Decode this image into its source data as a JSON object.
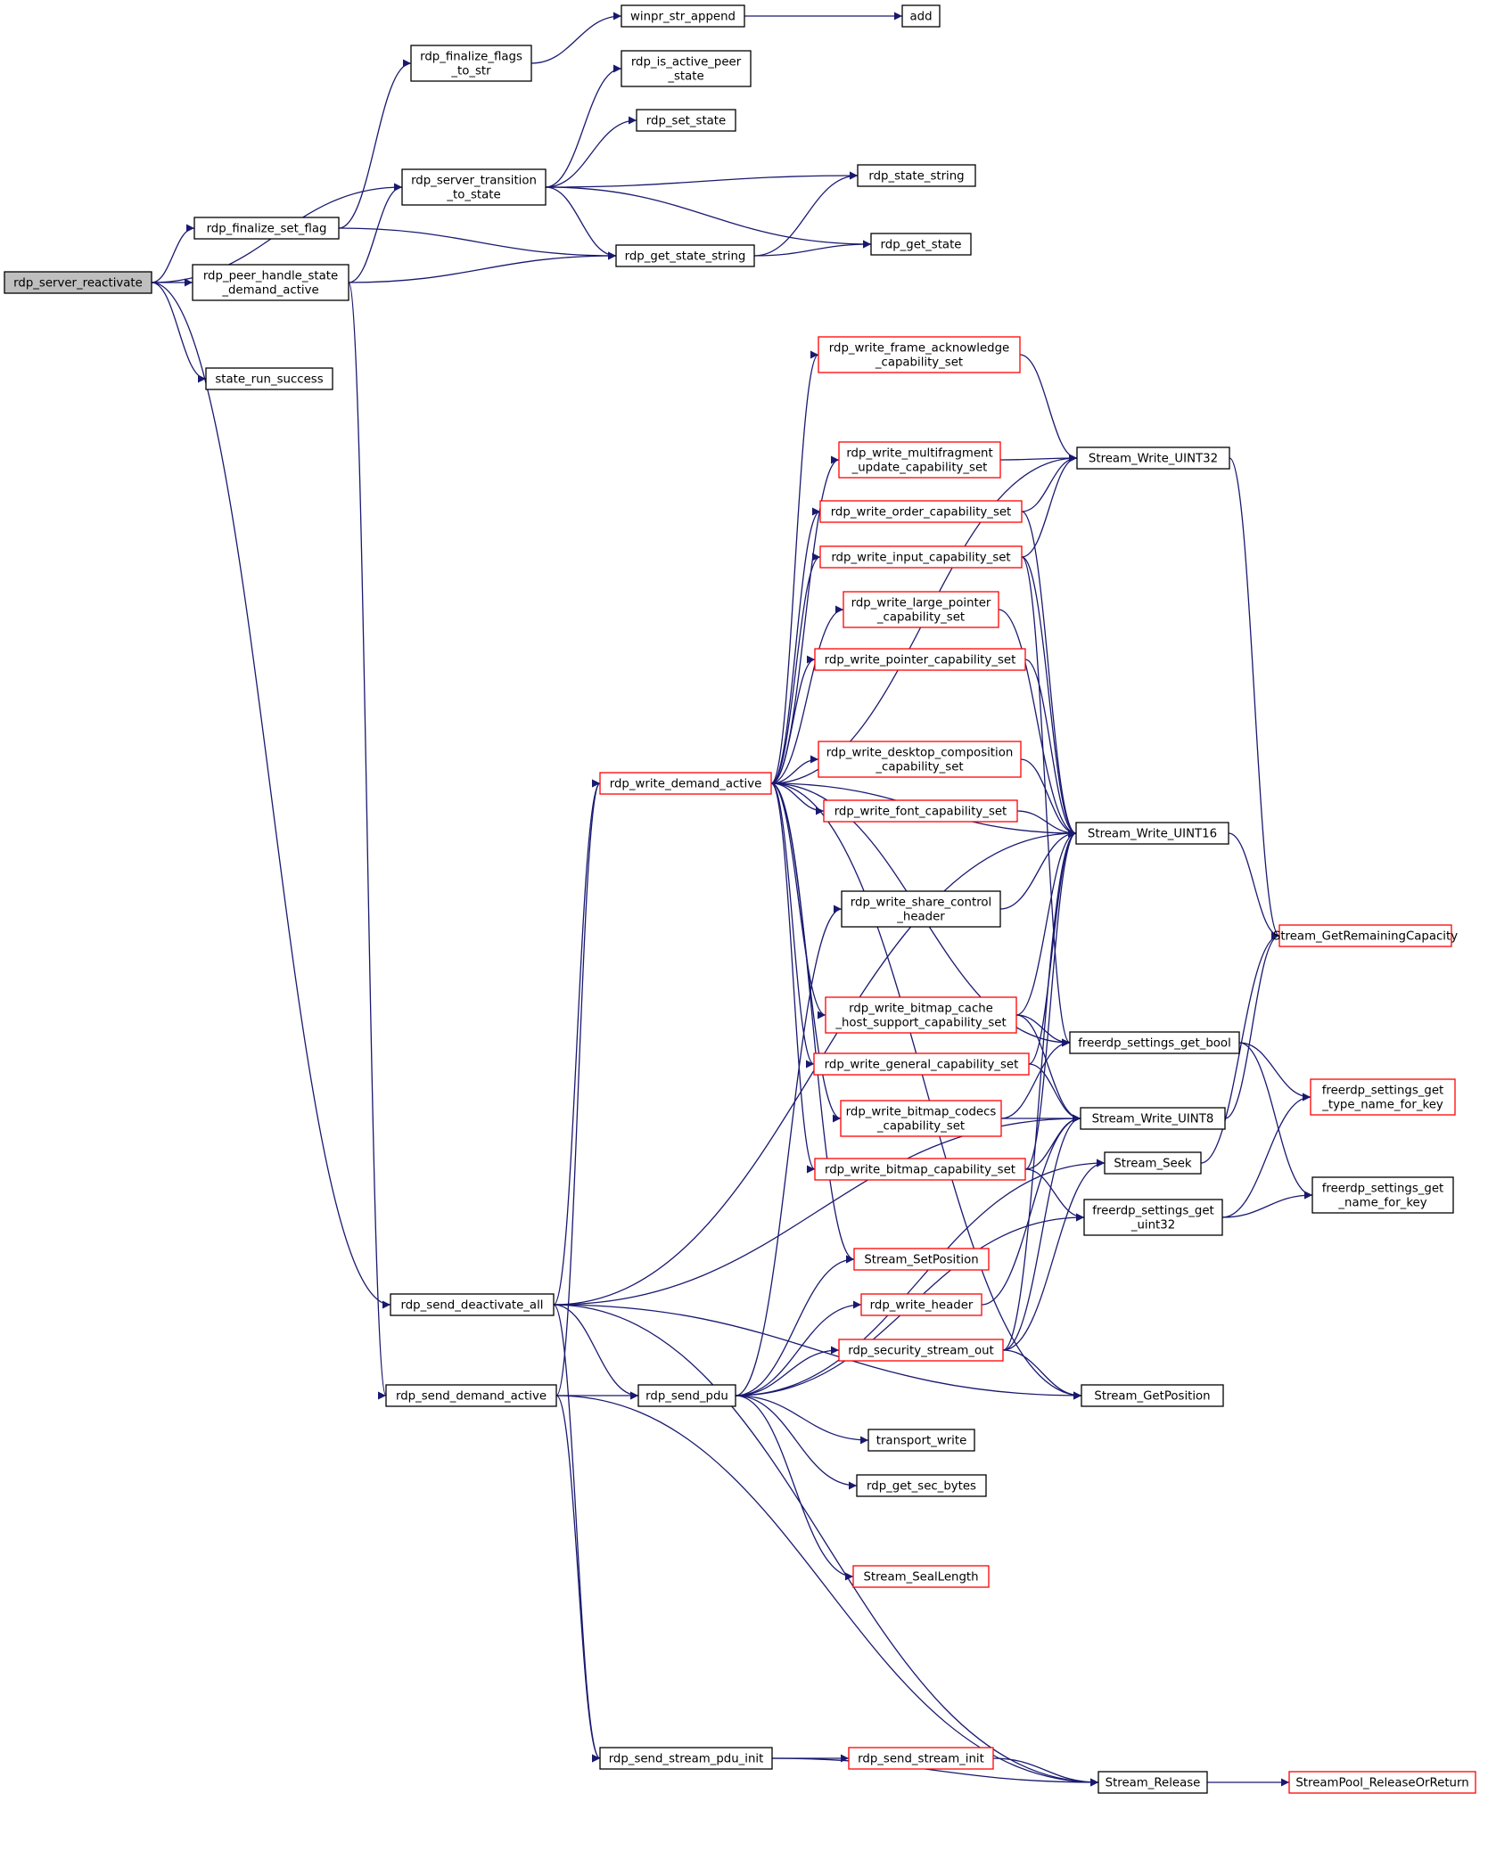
{
  "colors": {
    "edge": "#191970",
    "node_border": "#000000",
    "node_border_truncated": "#ff0000",
    "root_fill": "#bfbfbf"
  },
  "nodes": [
    {
      "id": "rdp_server_reactivate",
      "lines": [
        "rdp_server_reactivate"
      ],
      "style": "root"
    },
    {
      "id": "rdp_finalize_set_flag",
      "lines": [
        "rdp_finalize_set_flag"
      ],
      "style": "normal"
    },
    {
      "id": "rdp_finalize_flags_to_str",
      "lines": [
        "rdp_finalize_flags",
        "_to_str"
      ],
      "style": "normal"
    },
    {
      "id": "winpr_str_append",
      "lines": [
        "winpr_str_append"
      ],
      "style": "normal"
    },
    {
      "id": "add",
      "lines": [
        "add"
      ],
      "style": "normal"
    },
    {
      "id": "rdp_server_transition_to_state",
      "lines": [
        "rdp_server_transition",
        "_to_state"
      ],
      "style": "normal"
    },
    {
      "id": "rdp_is_active_peer_state",
      "lines": [
        "rdp_is_active_peer",
        "_state"
      ],
      "style": "normal"
    },
    {
      "id": "rdp_set_state",
      "lines": [
        "rdp_set_state"
      ],
      "style": "normal"
    },
    {
      "id": "rdp_state_string",
      "lines": [
        "rdp_state_string"
      ],
      "style": "normal"
    },
    {
      "id": "rdp_get_state_string",
      "lines": [
        "rdp_get_state_string"
      ],
      "style": "normal"
    },
    {
      "id": "rdp_get_state",
      "lines": [
        "rdp_get_state"
      ],
      "style": "normal"
    },
    {
      "id": "rdp_peer_handle_state_demand_active",
      "lines": [
        "rdp_peer_handle_state",
        "_demand_active"
      ],
      "style": "normal"
    },
    {
      "id": "state_run_success",
      "lines": [
        "state_run_success"
      ],
      "style": "normal"
    },
    {
      "id": "rdp_write_frame_acknowledge_capability_set",
      "lines": [
        "rdp_write_frame_acknowledge",
        "_capability_set"
      ],
      "style": "red"
    },
    {
      "id": "rdp_write_multifragment_update_capability_set",
      "lines": [
        "rdp_write_multifragment",
        "_update_capability_set"
      ],
      "style": "red"
    },
    {
      "id": "Stream_Write_UINT32",
      "lines": [
        "Stream_Write_UINT32"
      ],
      "style": "normal"
    },
    {
      "id": "rdp_write_order_capability_set",
      "lines": [
        "rdp_write_order_capability_set"
      ],
      "style": "red"
    },
    {
      "id": "rdp_write_input_capability_set",
      "lines": [
        "rdp_write_input_capability_set"
      ],
      "style": "red"
    },
    {
      "id": "rdp_write_large_pointer_capability_set",
      "lines": [
        "rdp_write_large_pointer",
        "_capability_set"
      ],
      "style": "red"
    },
    {
      "id": "rdp_write_pointer_capability_set",
      "lines": [
        "rdp_write_pointer_capability_set"
      ],
      "style": "red"
    },
    {
      "id": "rdp_write_desktop_composition_capability_set",
      "lines": [
        "rdp_write_desktop_composition",
        "_capability_set"
      ],
      "style": "red"
    },
    {
      "id": "rdp_write_demand_active",
      "lines": [
        "rdp_write_demand_active"
      ],
      "style": "red"
    },
    {
      "id": "rdp_write_font_capability_set",
      "lines": [
        "rdp_write_font_capability_set"
      ],
      "style": "red"
    },
    {
      "id": "Stream_Write_UINT16",
      "lines": [
        "Stream_Write_UINT16"
      ],
      "style": "normal"
    },
    {
      "id": "rdp_write_share_control_header",
      "lines": [
        "rdp_write_share_control",
        "_header"
      ],
      "style": "normal"
    },
    {
      "id": "Stream_GetRemainingCapacity",
      "lines": [
        "Stream_GetRemainingCapacity"
      ],
      "style": "red"
    },
    {
      "id": "rdp_write_bitmap_cache_host_support_capability_set",
      "lines": [
        "rdp_write_bitmap_cache",
        "_host_support_capability_set"
      ],
      "style": "red"
    },
    {
      "id": "freerdp_settings_get_bool",
      "lines": [
        "freerdp_settings_get_bool"
      ],
      "style": "normal"
    },
    {
      "id": "rdp_write_general_capability_set",
      "lines": [
        "rdp_write_general_capability_set"
      ],
      "style": "red"
    },
    {
      "id": "freerdp_settings_get_type_name_for_key",
      "lines": [
        "freerdp_settings_get",
        "_type_name_for_key"
      ],
      "style": "red"
    },
    {
      "id": "rdp_write_bitmap_codecs_capability_set",
      "lines": [
        "rdp_write_bitmap_codecs",
        "_capability_set"
      ],
      "style": "red"
    },
    {
      "id": "Stream_Write_UINT8",
      "lines": [
        "Stream_Write_UINT8"
      ],
      "style": "normal"
    },
    {
      "id": "Stream_Seek",
      "lines": [
        "Stream_Seek"
      ],
      "style": "normal"
    },
    {
      "id": "rdp_write_bitmap_capability_set",
      "lines": [
        "rdp_write_bitmap_capability_set"
      ],
      "style": "red"
    },
    {
      "id": "freerdp_settings_get_name_for_key",
      "lines": [
        "freerdp_settings_get",
        "_name_for_key"
      ],
      "style": "normal"
    },
    {
      "id": "freerdp_settings_get_uint32",
      "lines": [
        "freerdp_settings_get",
        "_uint32"
      ],
      "style": "normal"
    },
    {
      "id": "Stream_SetPosition",
      "lines": [
        "Stream_SetPosition"
      ],
      "style": "red"
    },
    {
      "id": "rdp_send_deactivate_all",
      "lines": [
        "rdp_send_deactivate_all"
      ],
      "style": "normal"
    },
    {
      "id": "rdp_write_header",
      "lines": [
        "rdp_write_header"
      ],
      "style": "red"
    },
    {
      "id": "rdp_security_stream_out",
      "lines": [
        "rdp_security_stream_out"
      ],
      "style": "red"
    },
    {
      "id": "rdp_send_demand_active",
      "lines": [
        "rdp_send_demand_active"
      ],
      "style": "normal"
    },
    {
      "id": "rdp_send_pdu",
      "lines": [
        "rdp_send_pdu"
      ],
      "style": "normal"
    },
    {
      "id": "Stream_GetPosition",
      "lines": [
        "Stream_GetPosition"
      ],
      "style": "normal"
    },
    {
      "id": "transport_write",
      "lines": [
        "transport_write"
      ],
      "style": "normal"
    },
    {
      "id": "rdp_get_sec_bytes",
      "lines": [
        "rdp_get_sec_bytes"
      ],
      "style": "normal"
    },
    {
      "id": "Stream_SealLength",
      "lines": [
        "Stream_SealLength"
      ],
      "style": "red"
    },
    {
      "id": "rdp_send_stream_pdu_init",
      "lines": [
        "rdp_send_stream_pdu_init"
      ],
      "style": "normal"
    },
    {
      "id": "rdp_send_stream_init",
      "lines": [
        "rdp_send_stream_init"
      ],
      "style": "red"
    },
    {
      "id": "Stream_Release",
      "lines": [
        "Stream_Release"
      ],
      "style": "normal"
    },
    {
      "id": "StreamPool_ReleaseOrReturn",
      "lines": [
        "StreamPool_ReleaseOrReturn"
      ],
      "style": "red"
    }
  ],
  "edges": [
    [
      "rdp_server_reactivate",
      "rdp_server_transition_to_state"
    ],
    [
      "rdp_server_reactivate",
      "rdp_finalize_set_flag"
    ],
    [
      "rdp_server_reactivate",
      "rdp_peer_handle_state_demand_active"
    ],
    [
      "rdp_server_reactivate",
      "state_run_success"
    ],
    [
      "rdp_server_reactivate",
      "rdp_send_deactivate_all"
    ],
    [
      "rdp_finalize_set_flag",
      "rdp_finalize_flags_to_str"
    ],
    [
      "rdp_finalize_set_flag",
      "rdp_get_state_string"
    ],
    [
      "rdp_finalize_flags_to_str",
      "winpr_str_append"
    ],
    [
      "winpr_str_append",
      "add"
    ],
    [
      "rdp_server_transition_to_state",
      "rdp_is_active_peer_state"
    ],
    [
      "rdp_server_transition_to_state",
      "rdp_set_state"
    ],
    [
      "rdp_server_transition_to_state",
      "rdp_state_string"
    ],
    [
      "rdp_server_transition_to_state",
      "rdp_get_state_string"
    ],
    [
      "rdp_server_transition_to_state",
      "rdp_get_state"
    ],
    [
      "rdp_get_state_string",
      "rdp_state_string"
    ],
    [
      "rdp_get_state_string",
      "rdp_get_state"
    ],
    [
      "rdp_peer_handle_state_demand_active",
      "rdp_server_transition_to_state"
    ],
    [
      "rdp_peer_handle_state_demand_active",
      "rdp_get_state_string"
    ],
    [
      "rdp_peer_handle_state_demand_active",
      "rdp_send_demand_active"
    ],
    [
      "rdp_write_demand_active",
      "rdp_write_frame_acknowledge_capability_set"
    ],
    [
      "rdp_write_demand_active",
      "Stream_Write_UINT32"
    ],
    [
      "rdp_write_demand_active",
      "rdp_write_multifragment_update_capability_set"
    ],
    [
      "rdp_write_demand_active",
      "rdp_write_order_capability_set"
    ],
    [
      "rdp_write_demand_active",
      "rdp_write_input_capability_set"
    ],
    [
      "rdp_write_demand_active",
      "rdp_write_large_pointer_capability_set"
    ],
    [
      "rdp_write_demand_active",
      "rdp_write_pointer_capability_set"
    ],
    [
      "rdp_write_demand_active",
      "Stream_Write_UINT16"
    ],
    [
      "rdp_write_demand_active",
      "rdp_write_desktop_composition_capability_set"
    ],
    [
      "rdp_write_demand_active",
      "rdp_write_font_capability_set"
    ],
    [
      "rdp_write_demand_active",
      "freerdp_settings_get_bool"
    ],
    [
      "rdp_write_demand_active",
      "rdp_write_bitmap_cache_host_support_capability_set"
    ],
    [
      "rdp_write_demand_active",
      "rdp_write_general_capability_set"
    ],
    [
      "rdp_write_demand_active",
      "rdp_write_bitmap_codecs_capability_set"
    ],
    [
      "rdp_write_demand_active",
      "rdp_write_bitmap_capability_set"
    ],
    [
      "rdp_write_demand_active",
      "Stream_SetPosition"
    ],
    [
      "rdp_write_demand_active",
      "Stream_GetPosition"
    ],
    [
      "rdp_write_frame_acknowledge_capability_set",
      "Stream_Write_UINT32"
    ],
    [
      "rdp_write_multifragment_update_capability_set",
      "Stream_Write_UINT32"
    ],
    [
      "rdp_write_order_capability_set",
      "Stream_Write_UINT32"
    ],
    [
      "rdp_write_order_capability_set",
      "Stream_Write_UINT16"
    ],
    [
      "rdp_write_input_capability_set",
      "Stream_Write_UINT32"
    ],
    [
      "rdp_write_input_capability_set",
      "Stream_Write_UINT16"
    ],
    [
      "rdp_write_input_capability_set",
      "freerdp_settings_get_bool"
    ],
    [
      "rdp_write_large_pointer_capability_set",
      "Stream_Write_UINT16"
    ],
    [
      "rdp_write_pointer_capability_set",
      "Stream_Write_UINT16"
    ],
    [
      "rdp_write_desktop_composition_capability_set",
      "Stream_Write_UINT16"
    ],
    [
      "rdp_write_font_capability_set",
      "Stream_Write_UINT16"
    ],
    [
      "Stream_Write_UINT32",
      "Stream_GetRemainingCapacity"
    ],
    [
      "Stream_Write_UINT16",
      "Stream_GetRemainingCapacity"
    ],
    [
      "rdp_write_share_control_header",
      "Stream_Write_UINT16"
    ],
    [
      "rdp_write_bitmap_cache_host_support_capability_set",
      "Stream_Write_UINT16"
    ],
    [
      "rdp_write_bitmap_cache_host_support_capability_set",
      "freerdp_settings_get_bool"
    ],
    [
      "rdp_write_bitmap_cache_host_support_capability_set",
      "Stream_Write_UINT8"
    ],
    [
      "rdp_write_general_capability_set",
      "Stream_Write_UINT16"
    ],
    [
      "rdp_write_general_capability_set",
      "Stream_Write_UINT8"
    ],
    [
      "rdp_write_bitmap_codecs_capability_set",
      "freerdp_settings_get_bool"
    ],
    [
      "rdp_write_bitmap_codecs_capability_set",
      "Stream_Write_UINT8"
    ],
    [
      "rdp_write_bitmap_capability_set",
      "Stream_Write_UINT16"
    ],
    [
      "rdp_write_bitmap_capability_set",
      "Stream_Write_UINT8"
    ],
    [
      "rdp_write_bitmap_capability_set",
      "freerdp_settings_get_uint32"
    ],
    [
      "freerdp_settings_get_bool",
      "freerdp_settings_get_type_name_for_key"
    ],
    [
      "freerdp_settings_get_bool",
      "freerdp_settings_get_name_for_key"
    ],
    [
      "Stream_Write_UINT8",
      "Stream_GetRemainingCapacity"
    ],
    [
      "Stream_Seek",
      "Stream_GetRemainingCapacity"
    ],
    [
      "freerdp_settings_get_uint32",
      "freerdp_settings_get_type_name_for_key"
    ],
    [
      "freerdp_settings_get_uint32",
      "freerdp_settings_get_name_for_key"
    ],
    [
      "rdp_send_deactivate_all",
      "rdp_write_demand_active"
    ],
    [
      "rdp_send_deactivate_all",
      "Stream_Write_UINT16"
    ],
    [
      "rdp_send_deactivate_all",
      "Stream_Write_UINT8"
    ],
    [
      "rdp_send_deactivate_all",
      "rdp_send_pdu"
    ],
    [
      "rdp_send_deactivate_all",
      "Stream_GetPosition"
    ],
    [
      "rdp_send_deactivate_all",
      "rdp_send_stream_pdu_init"
    ],
    [
      "rdp_send_deactivate_all",
      "Stream_Release"
    ],
    [
      "rdp_send_demand_active",
      "rdp_write_demand_active"
    ],
    [
      "rdp_send_demand_active",
      "rdp_send_pdu"
    ],
    [
      "rdp_send_demand_active",
      "rdp_send_stream_pdu_init"
    ],
    [
      "rdp_send_demand_active",
      "Stream_Release"
    ],
    [
      "rdp_send_pdu",
      "rdp_write_share_control_header"
    ],
    [
      "rdp_send_pdu",
      "Stream_SetPosition"
    ],
    [
      "rdp_send_pdu",
      "rdp_write_header"
    ],
    [
      "rdp_send_pdu",
      "rdp_security_stream_out"
    ],
    [
      "rdp_send_pdu",
      "transport_write"
    ],
    [
      "rdp_send_pdu",
      "rdp_get_sec_bytes"
    ],
    [
      "rdp_send_pdu",
      "Stream_SealLength"
    ],
    [
      "rdp_send_pdu",
      "freerdp_settings_get_uint32"
    ],
    [
      "rdp_send_pdu",
      "Stream_Seek"
    ],
    [
      "rdp_write_header",
      "Stream_Write_UINT8"
    ],
    [
      "rdp_security_stream_out",
      "Stream_Write_UINT16"
    ],
    [
      "rdp_security_stream_out",
      "Stream_Write_UINT8"
    ],
    [
      "rdp_security_stream_out",
      "Stream_Seek"
    ],
    [
      "rdp_security_stream_out",
      "Stream_GetPosition"
    ],
    [
      "rdp_send_stream_pdu_init",
      "rdp_send_stream_init"
    ],
    [
      "rdp_send_stream_pdu_init",
      "Stream_Release"
    ],
    [
      "rdp_send_stream_init",
      "Stream_Release"
    ],
    [
      "Stream_Release",
      "StreamPool_ReleaseOrReturn"
    ]
  ]
}
